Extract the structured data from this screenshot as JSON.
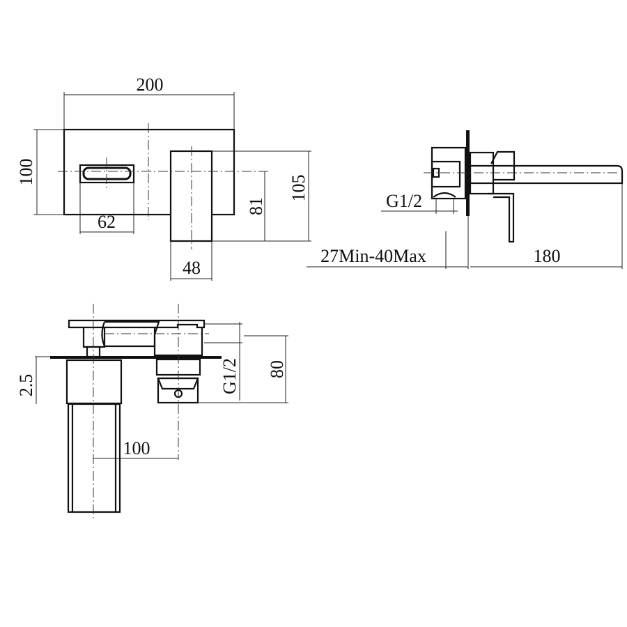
{
  "front_view": {
    "dim_width": "200",
    "dim_height": "100",
    "dim_outlet_width": "62",
    "dim_lever_width": "48",
    "dim_lever_offset": "81",
    "dim_lever_height": "105"
  },
  "side_view": {
    "dim_thread": "G1/2",
    "dim_wall_depth": "27Min-40Max",
    "dim_projection": "180"
  },
  "top_view": {
    "dim_plate": "2.5",
    "dim_centers": "100",
    "dim_thread": "G1/2",
    "dim_depth": "80"
  }
}
